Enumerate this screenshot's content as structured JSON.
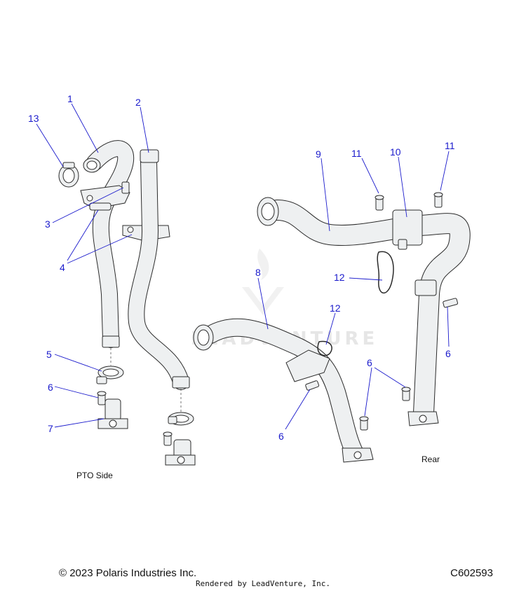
{
  "watermark": "LEADVENTURE",
  "callouts": {
    "c1": "1",
    "c2": "2",
    "c3": "3",
    "c4": "4",
    "c5": "5",
    "c6a": "6",
    "c6b": "6",
    "c6c": "6",
    "c6d": "6",
    "c7": "7",
    "c8": "8",
    "c9": "9",
    "c10": "10",
    "c11a": "11",
    "c11b": "11",
    "c12a": "12",
    "c12b": "12",
    "c13": "13"
  },
  "labels": {
    "pto_side": "PTO Side",
    "rear": "Rear"
  },
  "footer": {
    "copyright": "© 2023 Polaris Industries Inc.",
    "diagram_code": "C602593",
    "rendered_by": "Rendered by LeadVenture, Inc."
  },
  "colors": {
    "callout": "#1a1acc",
    "part_fill": "#eef0f1",
    "outline": "#2b2b2b"
  }
}
